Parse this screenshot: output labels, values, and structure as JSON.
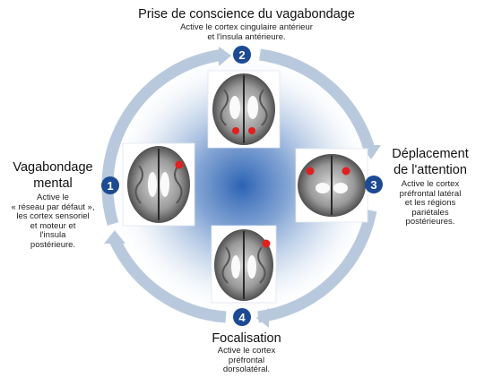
{
  "colors": {
    "ring": "#b9c9dd",
    "ring_arrow": "#b9c9dd",
    "center_glow": "#2c63b4",
    "badge": "#1c4a93",
    "highlight": "#e02020"
  },
  "steps": [
    {
      "number": "1",
      "title_lines": [
        "Vagabondage",
        "mental"
      ],
      "desc_lines": [
        "Active le",
        "« réseau par défaut »,",
        "les cortex sensoriel",
        "et moteur et",
        "l'insula",
        "postérieure."
      ]
    },
    {
      "number": "2",
      "title_lines": [
        "Prise de conscience du vagabondage"
      ],
      "desc_lines": [
        "Active le cortex cingulaire antérieur",
        "et l'insula antérieure."
      ]
    },
    {
      "number": "3",
      "title_lines": [
        "Déplacement",
        "de l'attention"
      ],
      "desc_lines": [
        "Active le cortex",
        "préfrontal latéral",
        "et les régions",
        "pariétales",
        "postérieures."
      ]
    },
    {
      "number": "4",
      "title_lines": [
        "Focalisation"
      ],
      "desc_lines": [
        "Active le cortex",
        "préfrontal",
        "dorsolatéral."
      ]
    }
  ],
  "icons": {
    "brain_images": [
      "brain-axial-icon",
      "brain-coronal-icon",
      "brain-axial-frontal-icon",
      "brain-coronal-bilateral-icon"
    ]
  }
}
